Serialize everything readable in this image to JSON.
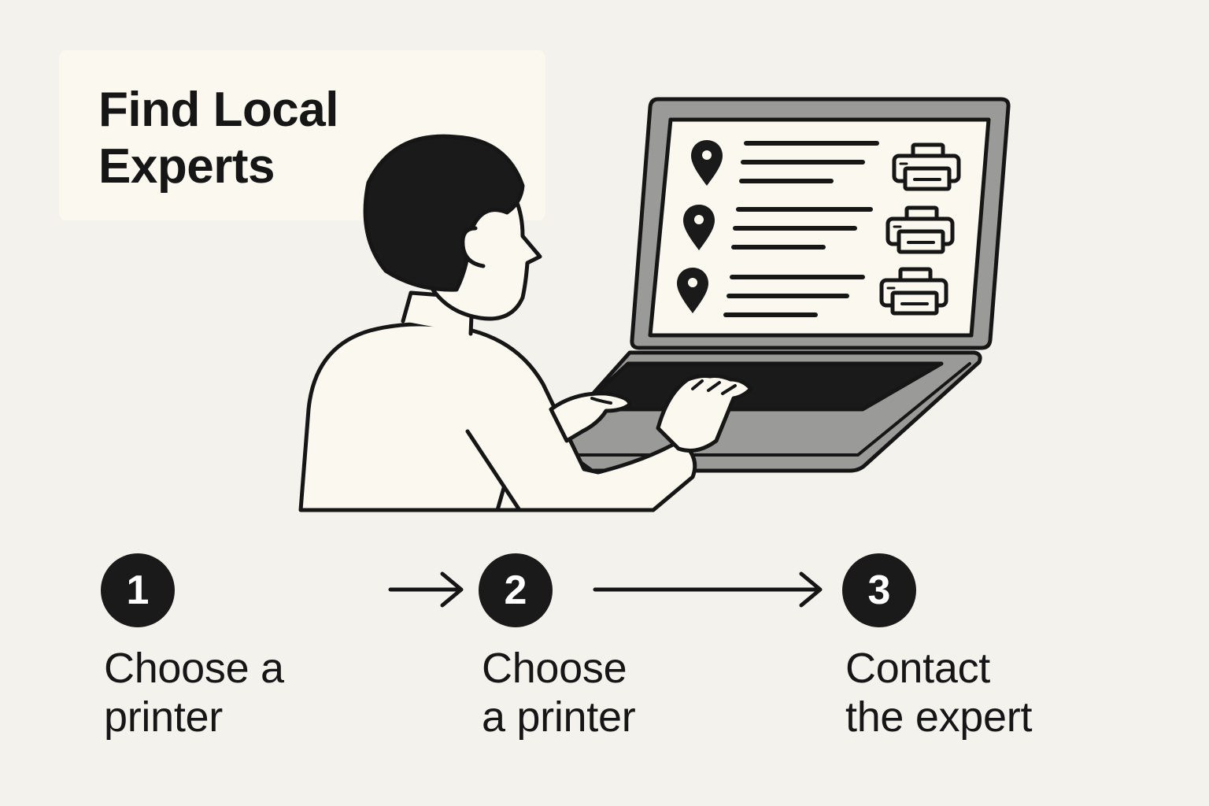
{
  "title": "Find Local\nExperts",
  "steps": [
    {
      "number": "1",
      "label": "Choose a\nprinter"
    },
    {
      "number": "2",
      "label": "Choose\na printer"
    },
    {
      "number": "3",
      "label": "Contact\nthe expert"
    }
  ],
  "screen_listings": [
    {
      "icons": [
        "location-pin-icon",
        "printer-icon"
      ]
    },
    {
      "icons": [
        "location-pin-icon",
        "printer-icon"
      ]
    },
    {
      "icons": [
        "location-pin-icon",
        "printer-icon"
      ]
    }
  ],
  "colors": {
    "background": "#f3f2ed",
    "ink": "#161616",
    "card": "#fbf9ef",
    "laptop_gray": "#9a9a98"
  }
}
